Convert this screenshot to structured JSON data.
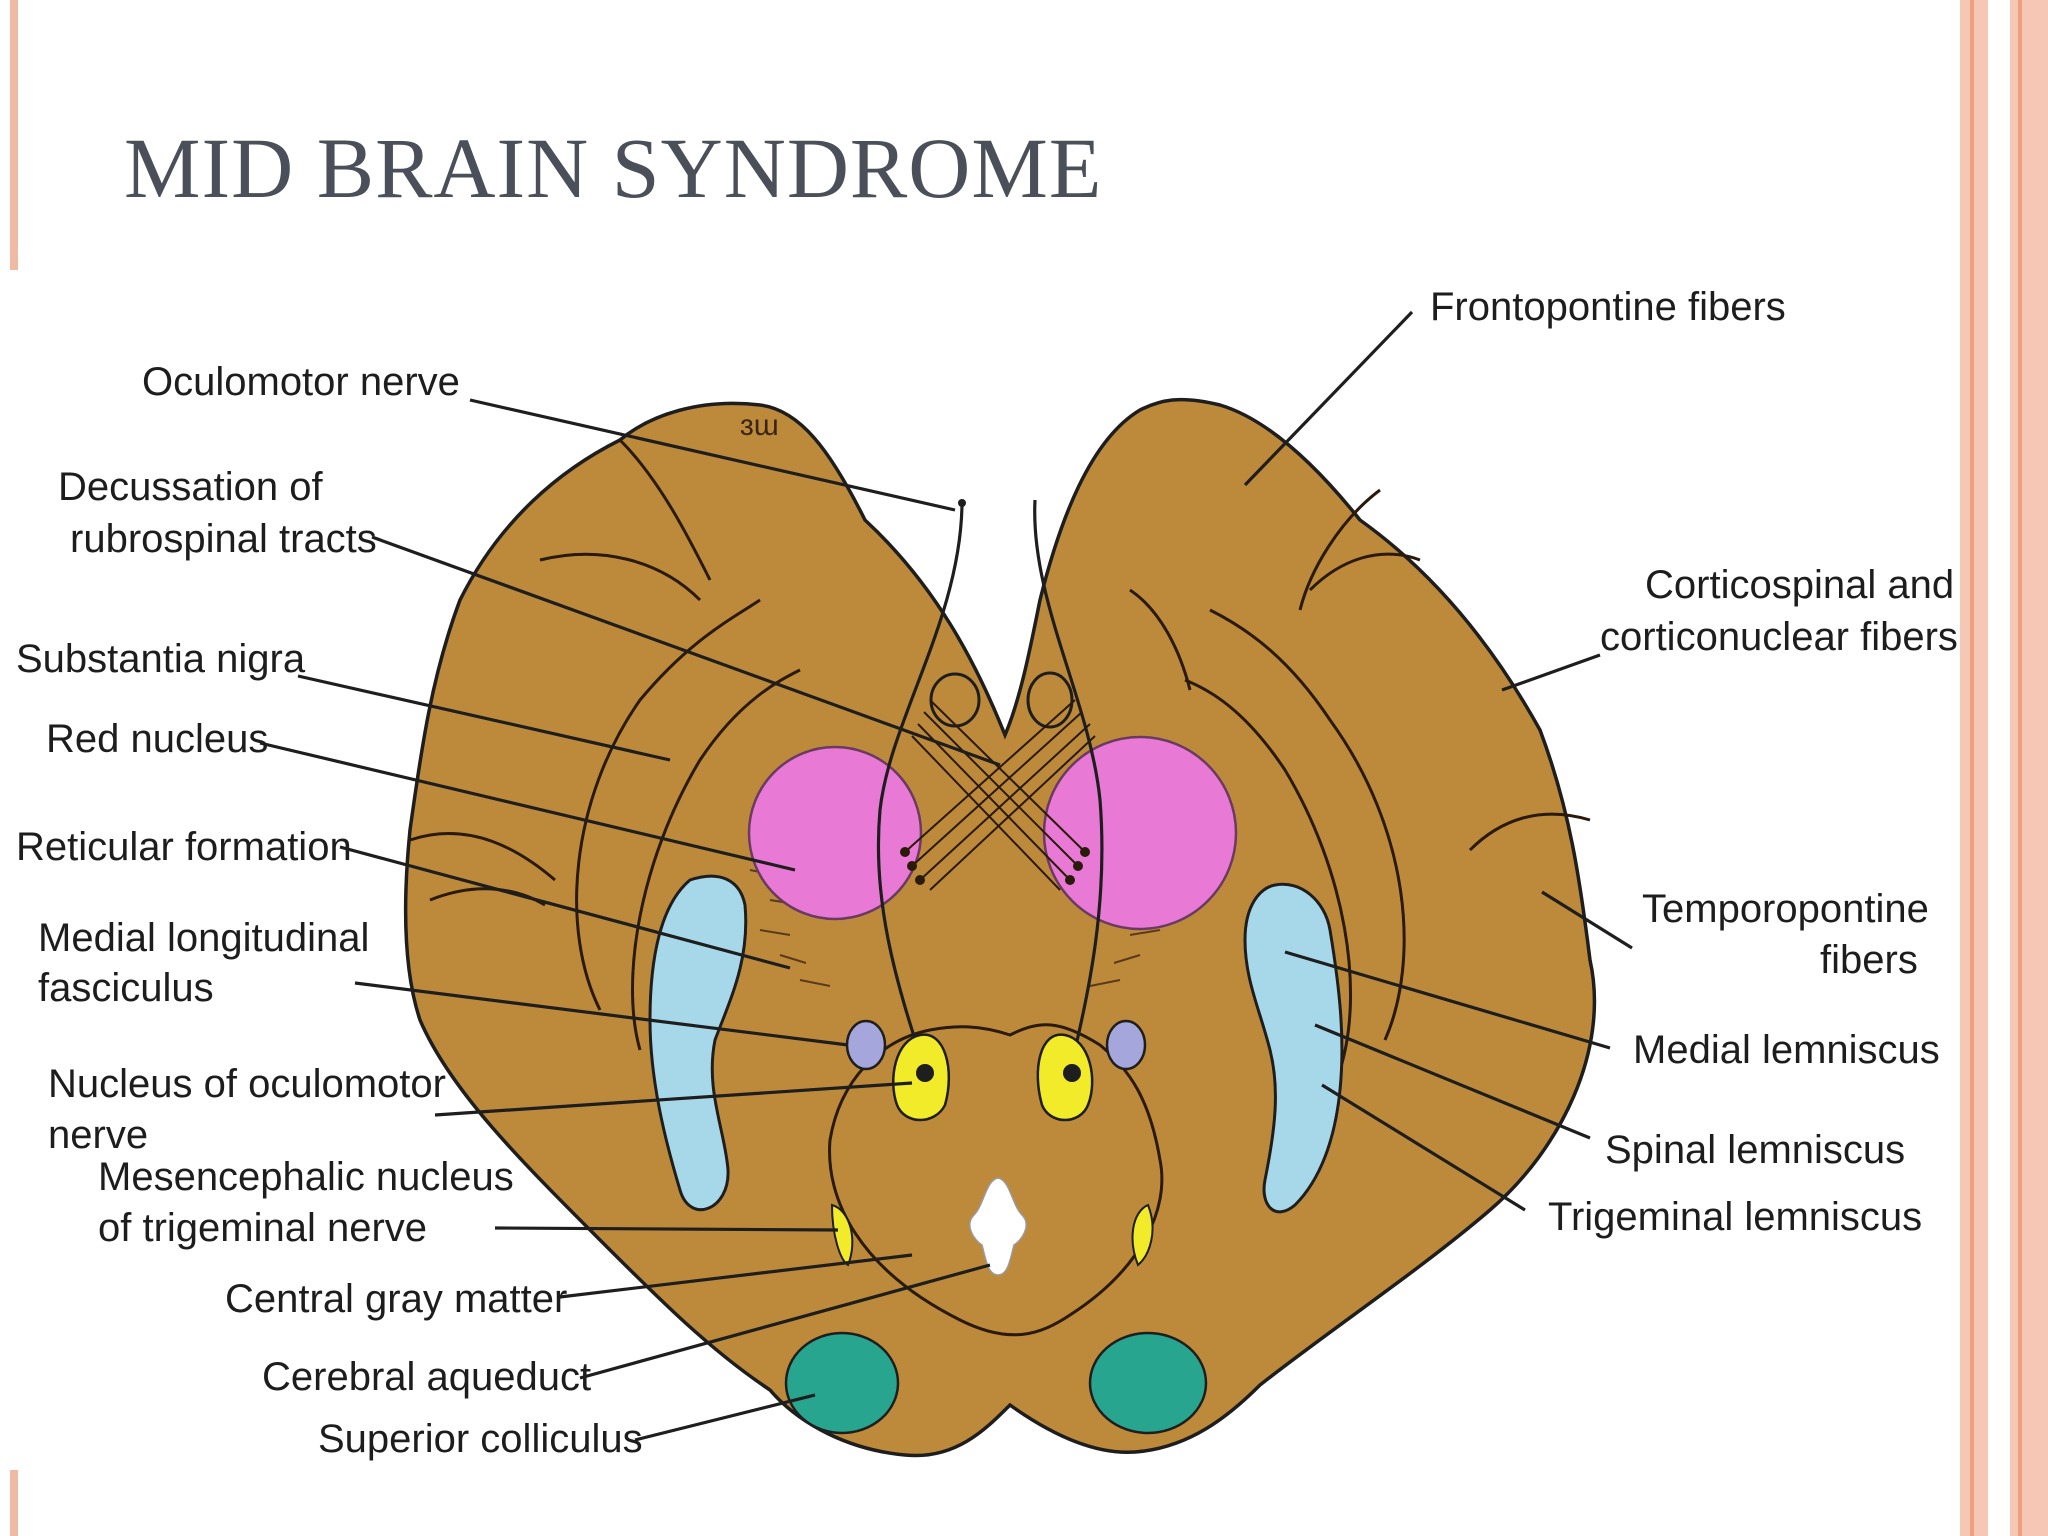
{
  "slide": {
    "title": "MID BRAIN SYNDROME"
  },
  "labels": {
    "oculomotor_nerve": "Oculomotor nerve",
    "decussation_1": "Decussation of",
    "decussation_2": "rubrospinal tracts",
    "substantia_nigra": "Substantia nigra",
    "red_nucleus": "Red nucleus",
    "reticular_formation": "Reticular formation",
    "mlf_1": "Medial longitudinal",
    "mlf_2": "fasciculus",
    "nucleus_oculomotor_1": "Nucleus of oculomotor",
    "nucleus_oculomotor_2": "nerve",
    "mesencephalic_1": "Mesencephalic nucleus",
    "mesencephalic_2": "of trigeminal nerve",
    "central_gray": "Central gray matter",
    "cerebral_aqueduct": "Cerebral aqueduct",
    "superior_colliculus": "Superior colliculus",
    "frontopontine": "Frontopontine fibers",
    "corticospinal_1": "Corticospinal and",
    "corticospinal_2": "corticonuclear fibers",
    "temporopontine_1": "Temporopontine",
    "temporopontine_2": "fibers",
    "medial_lemniscus": "Medial lemniscus",
    "spinal_lemniscus": "Spinal lemniscus",
    "trigeminal_lemniscus": "Trigeminal lemniscus"
  },
  "colors": {
    "tissue": "#bd8a3c",
    "red_nucleus": "#e87ad6",
    "lemniscus": "#a6d8ea",
    "oculomotor_nucleus": "#f1eb2a",
    "mlf": "#a5a6dc",
    "superior_colliculus": "#27a58e",
    "title": "#4b4f59",
    "frame_accent": "#f0b9a3"
  }
}
